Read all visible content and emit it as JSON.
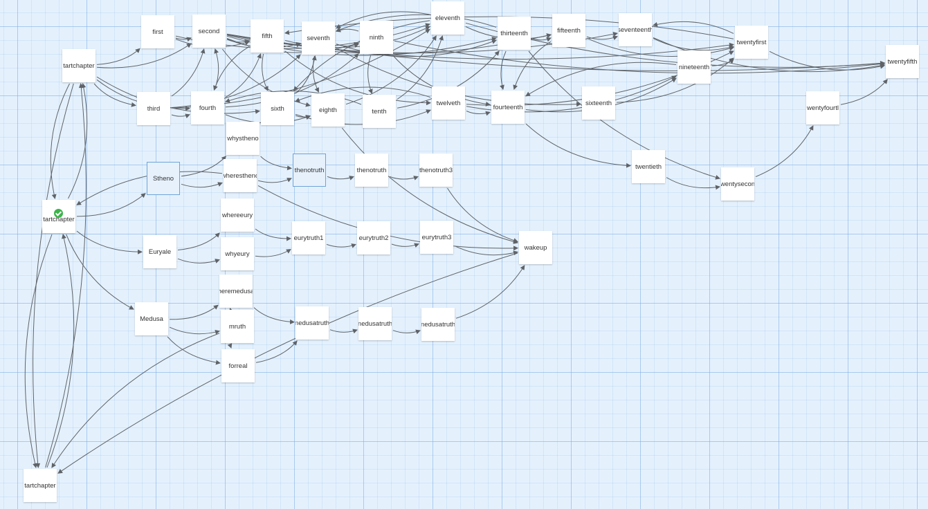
{
  "story_map": {
    "passages": [
      {
        "id": "tartchapter_top",
        "label": "tartchapter"
      },
      {
        "id": "first",
        "label": "first"
      },
      {
        "id": "second",
        "label": "second"
      },
      {
        "id": "third",
        "label": "third"
      },
      {
        "id": "fourth",
        "label": "fourth"
      },
      {
        "id": "fifth",
        "label": "fifth"
      },
      {
        "id": "sixth",
        "label": "sixth"
      },
      {
        "id": "seventh",
        "label": "seventh"
      },
      {
        "id": "eighth",
        "label": "eighth"
      },
      {
        "id": "ninth",
        "label": "ninth"
      },
      {
        "id": "tenth",
        "label": "tenth"
      },
      {
        "id": "eleventh",
        "label": "eleventh"
      },
      {
        "id": "twelveth",
        "label": "twelveth"
      },
      {
        "id": "thirteenth",
        "label": "thirteenth"
      },
      {
        "id": "fourteenth",
        "label": "fourteenth"
      },
      {
        "id": "fifteenth",
        "label": "fifteenth"
      },
      {
        "id": "sixteenth",
        "label": "sixteenth"
      },
      {
        "id": "seventeenth",
        "label": "seventeenth"
      },
      {
        "id": "nineteenth",
        "label": "nineteenth"
      },
      {
        "id": "twentyfirst",
        "label": "twentyfirst"
      },
      {
        "id": "twentyfifth",
        "label": "twentyfifth"
      },
      {
        "id": "twentyfourth",
        "label": "wentyfourtl"
      },
      {
        "id": "twentieth",
        "label": "twentieth"
      },
      {
        "id": "twentysecond",
        "label": "wentysecon"
      },
      {
        "id": "tartchapter_start",
        "label": "tartchapter",
        "start": true
      },
      {
        "id": "stheno",
        "label": "Stheno",
        "selected": true
      },
      {
        "id": "whystheno",
        "label": "whystheno"
      },
      {
        "id": "wherestheno",
        "label": "wherestheno"
      },
      {
        "id": "thenotruth1",
        "label": "thenotruth",
        "selected": true
      },
      {
        "id": "thenotruth2",
        "label": "thenotruth"
      },
      {
        "id": "thenotruth3",
        "label": "thenotruth3"
      },
      {
        "id": "euryale",
        "label": "Euryale"
      },
      {
        "id": "whereeury",
        "label": "whereeury"
      },
      {
        "id": "whyeury",
        "label": "whyeury"
      },
      {
        "id": "eurytruth1",
        "label": "eurytruth1"
      },
      {
        "id": "eurytruth2",
        "label": "eurytruth2"
      },
      {
        "id": "eurytruth3",
        "label": "eurytruth3"
      },
      {
        "id": "wakeup",
        "label": "wakeup"
      },
      {
        "id": "medusa",
        "label": "Medusa"
      },
      {
        "id": "heremedusa",
        "label": "heremedusa"
      },
      {
        "id": "mruth",
        "label": "mruth"
      },
      {
        "id": "forreal",
        "label": "forreal"
      },
      {
        "id": "medusatruth1",
        "label": "nedusatruth"
      },
      {
        "id": "medusatruth2",
        "label": "nedusatruth"
      },
      {
        "id": "medusatruth3",
        "label": "nedusatruth"
      },
      {
        "id": "tartchapter_bottom",
        "label": "tartchapter"
      }
    ],
    "links": [
      [
        "tartchapter_top",
        "first"
      ],
      [
        "tartchapter_top",
        "second"
      ],
      [
        "tartchapter_top",
        "third"
      ],
      [
        "tartchapter_top",
        "fourth"
      ],
      [
        "tartchapter_top",
        "sixth"
      ],
      [
        "tartchapter_top",
        "tartchapter_start"
      ],
      [
        "tartchapter_top",
        "tartchapter_bottom"
      ],
      [
        "first",
        "second"
      ],
      [
        "first",
        "fifth"
      ],
      [
        "first",
        "eleventh"
      ],
      [
        "second",
        "fifth"
      ],
      [
        "second",
        "seventh"
      ],
      [
        "second",
        "ninth"
      ],
      [
        "second",
        "eighth"
      ],
      [
        "second",
        "thirteenth"
      ],
      [
        "second",
        "fifteenth"
      ],
      [
        "second",
        "seventeenth"
      ],
      [
        "second",
        "twentyfirst"
      ],
      [
        "second",
        "twentyfifth"
      ],
      [
        "third",
        "second"
      ],
      [
        "third",
        "fourth"
      ],
      [
        "third",
        "seventh"
      ],
      [
        "third",
        "eleventh"
      ],
      [
        "fourth",
        "second"
      ],
      [
        "fourth",
        "fifth"
      ],
      [
        "fourth",
        "eighth"
      ],
      [
        "fourth",
        "ninth"
      ],
      [
        "fifth",
        "seventh"
      ],
      [
        "fifth",
        "fourth"
      ],
      [
        "fifth",
        "sixth"
      ],
      [
        "fifth",
        "twelveth"
      ],
      [
        "fifth",
        "eleventh"
      ],
      [
        "sixth",
        "eighth"
      ],
      [
        "sixth",
        "twelveth"
      ],
      [
        "sixth",
        "seventh"
      ],
      [
        "seventh",
        "eighth"
      ],
      [
        "seventh",
        "ninth"
      ],
      [
        "seventh",
        "thirteenth"
      ],
      [
        "seventh",
        "sixteenth"
      ],
      [
        "eighth",
        "eleventh"
      ],
      [
        "eighth",
        "wakeup"
      ],
      [
        "ninth",
        "fourteenth"
      ],
      [
        "ninth",
        "tenth"
      ],
      [
        "ninth",
        "seventh"
      ],
      [
        "ninth",
        "twentyfifth"
      ],
      [
        "tenth",
        "eleventh"
      ],
      [
        "tenth",
        "thirteenth"
      ],
      [
        "tenth",
        "fourth"
      ],
      [
        "eleventh",
        "fifteenth"
      ],
      [
        "eleventh",
        "seventh"
      ],
      [
        "eleventh",
        "twentyfifth"
      ],
      [
        "eleventh",
        "sixth"
      ],
      [
        "twelveth",
        "fourteenth"
      ],
      [
        "twelveth",
        "nineteenth"
      ],
      [
        "twelveth",
        "twentyfirst"
      ],
      [
        "twelveth",
        "sixth"
      ],
      [
        "thirteenth",
        "fourteenth"
      ],
      [
        "thirteenth",
        "fifteenth"
      ],
      [
        "thirteenth",
        "seventh"
      ],
      [
        "thirteenth",
        "twentysecond"
      ],
      [
        "fourteenth",
        "twentieth"
      ],
      [
        "fourteenth",
        "nineteenth"
      ],
      [
        "fifteenth",
        "seventeenth"
      ],
      [
        "fifteenth",
        "twentyfirst"
      ],
      [
        "fifteenth",
        "fourteenth"
      ],
      [
        "sixteenth",
        "twentyfirst"
      ],
      [
        "seventeenth",
        "twentyfirst"
      ],
      [
        "seventeenth",
        "twentyfifth"
      ],
      [
        "nineteenth",
        "fourteenth"
      ],
      [
        "nineteenth",
        "twentyfirst"
      ],
      [
        "twentyfirst",
        "seventeenth"
      ],
      [
        "twentyfirst",
        "twentyfifth"
      ],
      [
        "twentyfirst",
        "fifth"
      ],
      [
        "twentieth",
        "twentysecond"
      ],
      [
        "twentyfourth",
        "twentyfifth"
      ],
      [
        "twentysecond",
        "twentyfourth"
      ],
      [
        "tartchapter_start",
        "tartchapter_top"
      ],
      [
        "tartchapter_start",
        "stheno"
      ],
      [
        "tartchapter_start",
        "euryale"
      ],
      [
        "tartchapter_start",
        "medusa"
      ],
      [
        "tartchapter_start",
        "tartchapter_bottom"
      ],
      [
        "stheno",
        "whystheno"
      ],
      [
        "stheno",
        "wherestheno"
      ],
      [
        "whystheno",
        "thenotruth1"
      ],
      [
        "wherestheno",
        "thenotruth1"
      ],
      [
        "wherestheno",
        "wakeup"
      ],
      [
        "wherestheno",
        "tartchapter_start"
      ],
      [
        "thenotruth1",
        "thenotruth2"
      ],
      [
        "thenotruth2",
        "thenotruth3"
      ],
      [
        "thenotruth3",
        "wakeup"
      ],
      [
        "euryale",
        "whereeury"
      ],
      [
        "euryale",
        "whyeury"
      ],
      [
        "whereeury",
        "eurytruth1"
      ],
      [
        "whyeury",
        "eurytruth1"
      ],
      [
        "eurytruth1",
        "eurytruth2"
      ],
      [
        "eurytruth2",
        "eurytruth3"
      ],
      [
        "eurytruth3",
        "wakeup"
      ],
      [
        "medusa",
        "heremedusa"
      ],
      [
        "medusa",
        "mruth"
      ],
      [
        "medusa",
        "forreal"
      ],
      [
        "heremedusa",
        "medusatruth1"
      ],
      [
        "heremedusa",
        "mruth"
      ],
      [
        "mruth",
        "forreal"
      ],
      [
        "mruth",
        "tartchapter_bottom"
      ],
      [
        "forreal",
        "medusatruth1"
      ],
      [
        "medusatruth1",
        "medusatruth2"
      ],
      [
        "medusatruth2",
        "medusatruth3"
      ],
      [
        "medusatruth3",
        "wakeup"
      ],
      [
        "wakeup",
        "tartchapter_bottom"
      ],
      [
        "tartchapter_bottom",
        "tartchapter_top"
      ],
      [
        "tartchapter_bottom",
        "tartchapter_start"
      ]
    ]
  }
}
